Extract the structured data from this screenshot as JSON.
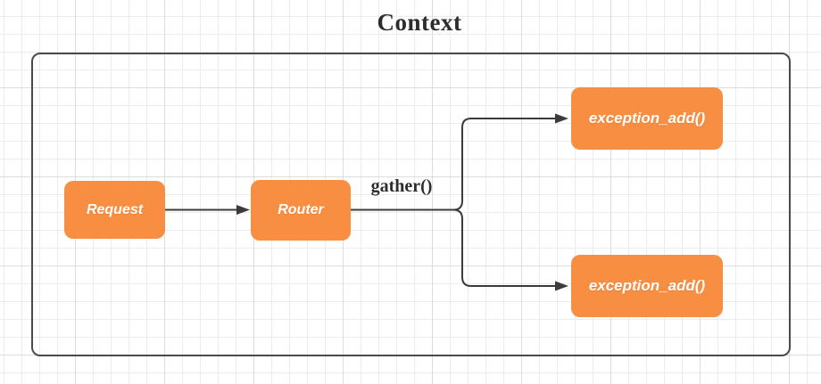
{
  "title": "Context",
  "nodes": {
    "request": {
      "label": "Request"
    },
    "router": {
      "label": "Router"
    },
    "exception_top": {
      "label": "exception_add()"
    },
    "exception_bottom": {
      "label": "exception_add()"
    }
  },
  "edges": {
    "gather_label": "gather()"
  },
  "colors": {
    "node_fill": "#f88e41",
    "node_text": "#ffffff",
    "connector": "#3b3b3b",
    "boundary_border": "#4a4a4a",
    "title_text": "#2d2d2d",
    "grid_minor": "#ececec",
    "grid_major": "#dddddd",
    "background": "#ffffff"
  }
}
